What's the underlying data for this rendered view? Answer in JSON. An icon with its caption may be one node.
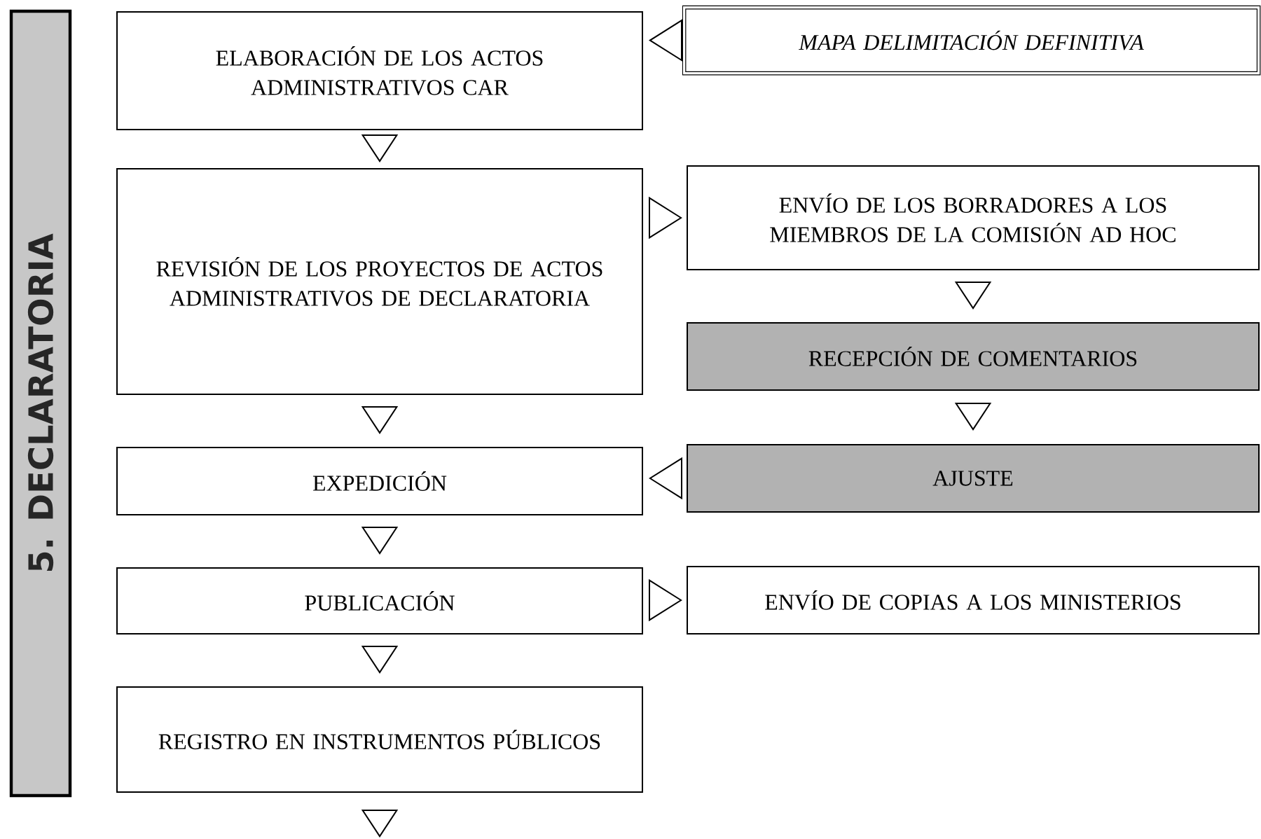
{
  "diagram": {
    "nodes": [
      {
        "text": [
          "5. DECLARATORIA"
        ]
      },
      {
        "text": [
          "ELABORACIÓN DE LOS ACTOS ADMINISTRATIVOS CAR"
        ]
      },
      {
        "text": [
          "MAPA DELIMITACIÓN DEFINITIVA"
        ]
      },
      {
        "text": [
          "REVISIÓN DE LOS PROYECTOS DE ACTOS ADMINISTRATIVOS DE DECLARATORIA"
        ]
      },
      {
        "text": [
          "ENVÍO DE LOS BORRADORES A LOS MIEMBROS DE LA COMISIÓN AD HOC"
        ]
      },
      {
        "text": [
          "RECEPCIÓN DE COMENTARIOS"
        ]
      },
      {
        "text": [
          "EXPEDICIÓN"
        ]
      },
      {
        "text": [
          "AJUSTE"
        ]
      },
      {
        "text": [
          "PUBLICACIÓN"
        ]
      },
      {
        "text": [
          "ENVÍO DE COPIAS A LOS MINISTERIOS"
        ]
      },
      {
        "text": [
          "REGISTRO EN INSTRUMENTOS PÚBLICOS"
        ]
      }
    ],
    "edges": [
      {
        "from": 2,
        "to": 1,
        "arrow": "to"
      },
      {
        "from": 1,
        "to": 3,
        "arrow": "to"
      },
      {
        "from": 3,
        "to": 4,
        "arrow": "to"
      },
      {
        "from": 4,
        "to": 5,
        "arrow": "to"
      },
      {
        "from": 5,
        "to": 7,
        "arrow": "to"
      },
      {
        "from": 3,
        "to": 6,
        "arrow": "to"
      },
      {
        "from": 7,
        "to": 6,
        "arrow": "to"
      },
      {
        "from": 6,
        "to": 8,
        "arrow": "to"
      },
      {
        "from": 8,
        "to": 9,
        "arrow": "to"
      },
      {
        "from": 8,
        "to": 10,
        "arrow": "to"
      },
      {
        "from": 10,
        "to": null,
        "arrow": "to"
      }
    ]
  }
}
